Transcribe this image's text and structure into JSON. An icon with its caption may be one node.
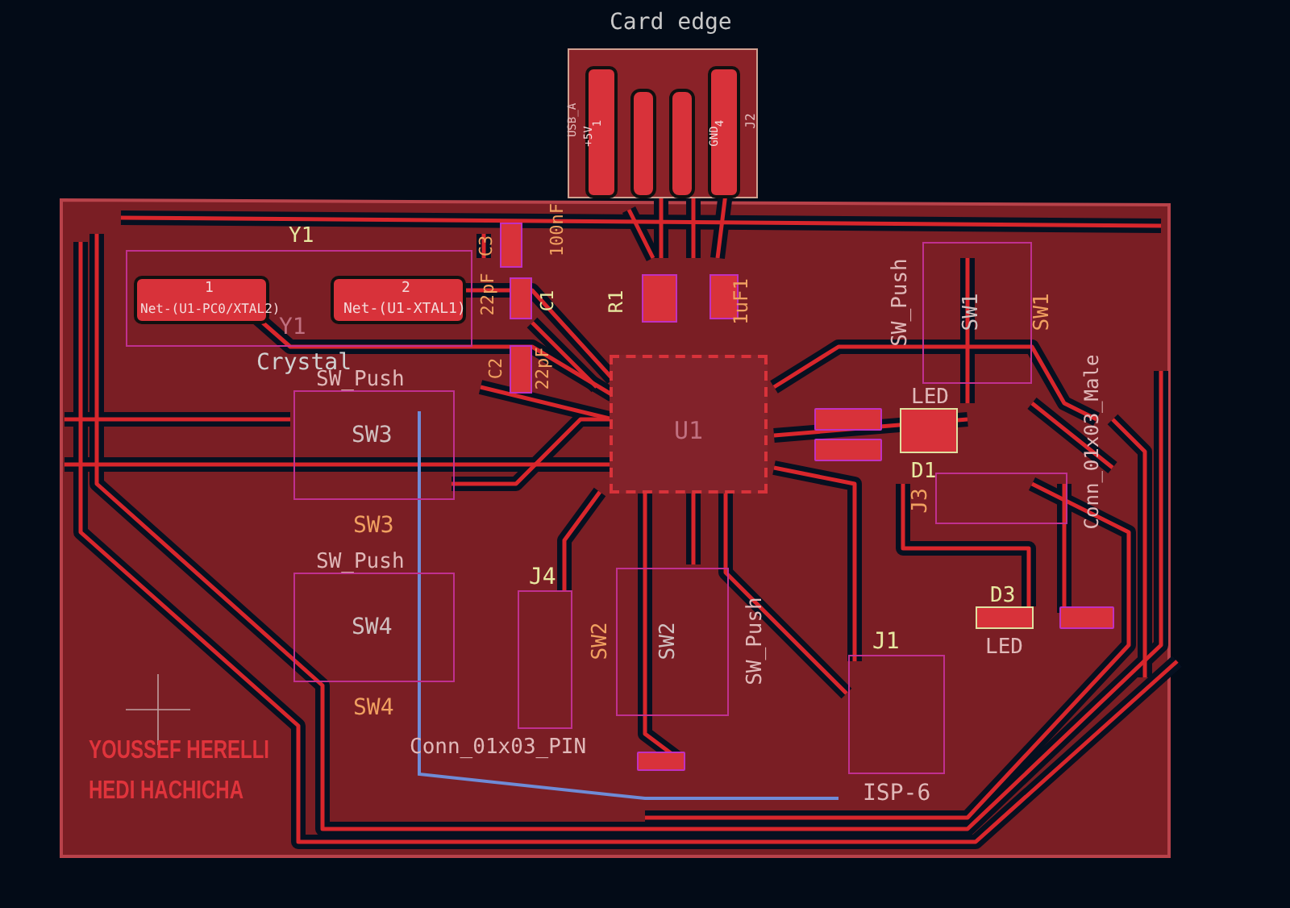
{
  "diagram": {
    "nodes": [
      {
        "text": [
          "Card edge",
          "USB_A",
          "J2"
        ]
      },
      {
        "text": [
          "1",
          "+5V"
        ],
        "in": 0
      },
      {
        "text": [],
        "shape": "bar",
        "in": 0
      },
      {
        "text": [],
        "shape": "bar",
        "in": 0
      },
      {
        "text": [
          "4",
          "GND"
        ],
        "in": 0
      },
      {
        "text": [
          "Y1",
          "Y1",
          "Crystal"
        ]
      },
      {
        "text": [
          "1",
          "Net-(U1-PC0/XTAL2)"
        ],
        "in": 5
      },
      {
        "text": [
          "2",
          "Net-(U1-XTAL1)"
        ],
        "in": 5
      },
      {
        "text": [
          "C3",
          "22pF"
        ]
      },
      {
        "text": [
          "C1",
          "100nF"
        ]
      },
      {
        "text": [
          "C2",
          "22pF"
        ]
      },
      {
        "text": [
          "R1"
        ]
      },
      {
        "text": [
          "1uF1"
        ]
      },
      {
        "text": [
          "U1"
        ]
      },
      {
        "text": [
          "SW_Push",
          "SW3",
          "SW3"
        ]
      },
      {
        "text": [
          "SW_Push",
          "SW4",
          "SW4"
        ]
      },
      {
        "text": [
          "SW2",
          "SW2",
          "SW_Push"
        ]
      },
      {
        "text": [
          "SW_Push",
          "SW1",
          "SW1"
        ]
      },
      {
        "text": [],
        "shape": "box"
      },
      {
        "text": [],
        "shape": "box"
      },
      {
        "text": [
          "LED",
          "D1"
        ]
      },
      {
        "text": [
          "J3",
          "Conn_01x03_Male"
        ]
      },
      {
        "text": [
          "D3",
          "LED"
        ]
      },
      {
        "text": [],
        "shape": "box"
      },
      {
        "text": [
          "J4",
          "Conn_01x03_PIN"
        ]
      },
      {
        "text": [
          "J1",
          "ISP-6"
        ]
      },
      {
        "text": [],
        "shape": "box"
      }
    ],
    "labels": [
      "YOUSSEF HERELLI",
      "HEDI HACHICHA"
    ]
  }
}
